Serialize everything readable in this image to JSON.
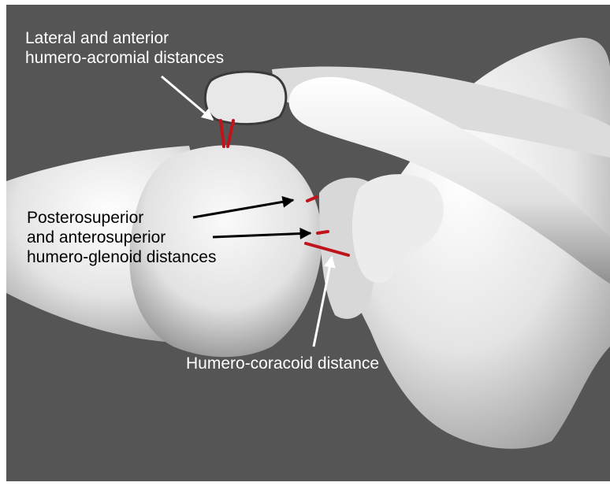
{
  "labels": {
    "acromial_line1": "Lateral and anterior",
    "acromial_line2": "humero-acromial distances",
    "glenoid_line1": "Posterosuperior",
    "glenoid_line2": "and anterosuperior",
    "glenoid_line3": "humero-glenoid distances",
    "coracoid": "Humero-coracoid distance"
  },
  "colors": {
    "background": "#555555",
    "bone": "#e6e6e6",
    "measurement": "#c0141c",
    "arrow_white": "#ffffff",
    "arrow_black": "#000000"
  }
}
